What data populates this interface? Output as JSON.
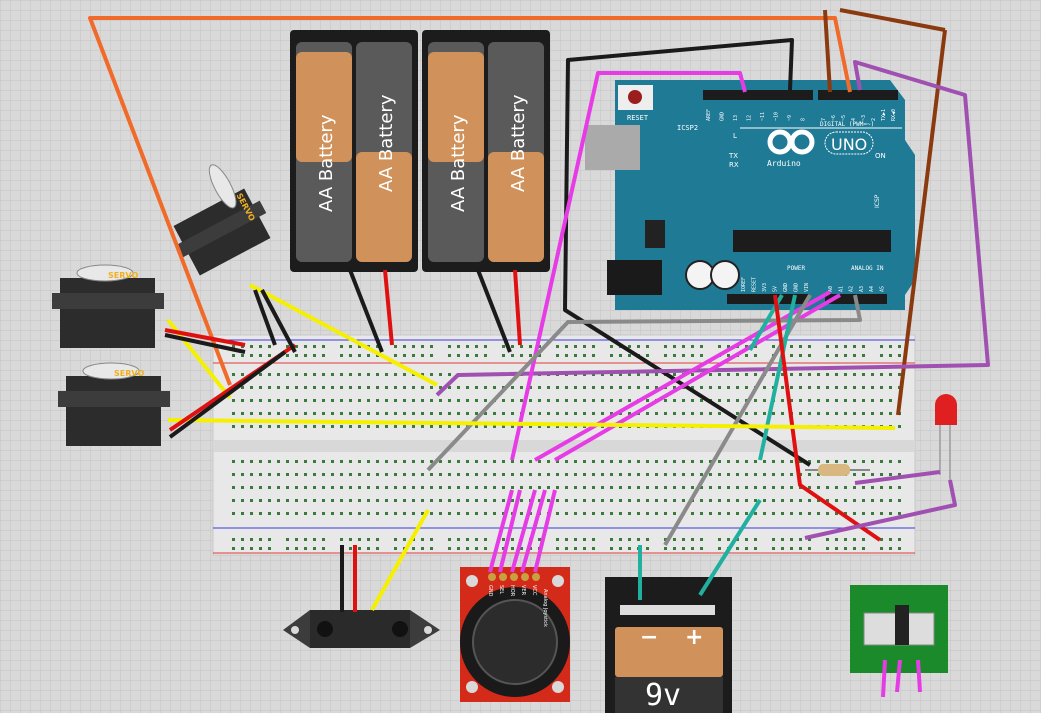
{
  "battery_pack": {
    "cell_label": "AA Battery"
  },
  "servo": {
    "label": "SERVO"
  },
  "arduino": {
    "brand": "Arduino",
    "model": "UNO",
    "reset_label": "RESET",
    "icsp2_label": "ICSP2",
    "icsp_label": "ICSP",
    "led_l": "L",
    "led_tx": "TX",
    "led_rx": "RX",
    "led_on": "ON",
    "digital_label": "DIGITAL (PWM=~)",
    "power_label": "POWER",
    "analog_label": "ANALOG IN",
    "digital_pins": [
      "AREF",
      "GND",
      "13",
      "12",
      "~11",
      "~10",
      "~9",
      "8",
      "7",
      "~6",
      "~5",
      "4",
      "~3",
      "2",
      "TX▶1",
      "RX◀0"
    ],
    "power_pins": [
      "IOREF",
      "RESET",
      "3V3",
      "5V",
      "GND",
      "GND",
      "VIN"
    ],
    "analog_pins": [
      "A0",
      "A1",
      "A2",
      "A3",
      "A4",
      "A5"
    ]
  },
  "joystick": {
    "pins": [
      "GND",
      "SEL",
      "HOR",
      "VER",
      "VCC"
    ],
    "caption": "Analog Joystick"
  },
  "battery_9v": {
    "minus": "−",
    "plus": "+",
    "label": "9v"
  },
  "colors": {
    "background": "#d9d9d9",
    "arduino": "#1f7a96",
    "breadboard": "#e8e8e8",
    "wire_magenta": "#e63ce6",
    "wire_yellow": "#f5f000",
    "wire_red": "#e01010",
    "wire_black": "#1a1a1a",
    "wire_purple": "#a050b0",
    "wire_brown": "#8b3a10",
    "wire_orange": "#f06a2a",
    "wire_gray": "#8a8a8a",
    "wire_teal": "#20b0a0"
  }
}
